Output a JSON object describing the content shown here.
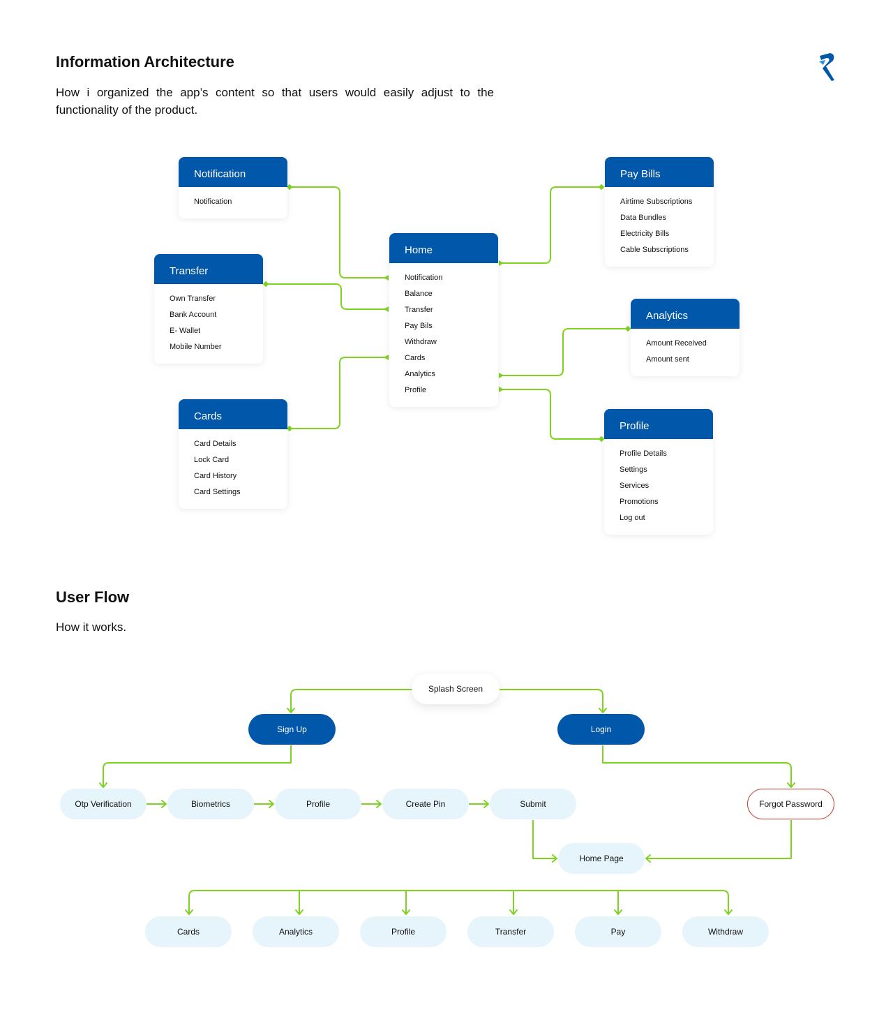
{
  "ia": {
    "title": "Information Architecture",
    "subtitle": "How i organized the app’s content so that users would easily adjust to the functionality of the product."
  },
  "cards": {
    "notification": {
      "title": "Notification",
      "items": [
        "Notification"
      ]
    },
    "transfer": {
      "title": "Transfer",
      "items": [
        "Own Transfer",
        "Bank Account",
        "E- Wallet",
        "Mobile Number"
      ]
    },
    "cards": {
      "title": "Cards",
      "items": [
        "Card Details",
        "Lock Card",
        "Card History",
        "Card Settings"
      ]
    },
    "home": {
      "title": "Home",
      "items": [
        "Notification",
        "Balance",
        "Transfer",
        "Pay Bils",
        "Withdraw",
        "Cards",
        "Analytics",
        "Profile"
      ]
    },
    "paybills": {
      "title": "Pay Bills",
      "items": [
        "Airtime Subscriptions",
        "Data Bundles",
        "Electricity Bills",
        "Cable Subscriptions"
      ]
    },
    "analytics": {
      "title": "Analytics",
      "items": [
        "Amount Received",
        "Amount sent"
      ]
    },
    "profile": {
      "title": "Profile",
      "items": [
        "Profile Details",
        "Settings",
        "Services",
        "Promotions",
        "Log out"
      ]
    }
  },
  "flow": {
    "title": "User Flow",
    "subtitle": "How it works.",
    "splash": "Splash Screen",
    "signup": "Sign Up",
    "login": "Login",
    "otp": "Otp Verification",
    "biometrics": "Biometrics",
    "profile": "Profile",
    "create_pin": "Create Pin",
    "submit": "Submit",
    "forgot": "Forgot Password",
    "home_page": "Home Page",
    "bottom": [
      "Cards",
      "Analytics",
      "Profile",
      "Transfer",
      "Pay",
      "Withdraw"
    ]
  },
  "colors": {
    "primary": "#0157a9",
    "connector": "#7ed321",
    "light_pill": "#e6f4fc",
    "alert": "#c0392b"
  },
  "logo": {
    "icon": "brand-r-icon"
  }
}
